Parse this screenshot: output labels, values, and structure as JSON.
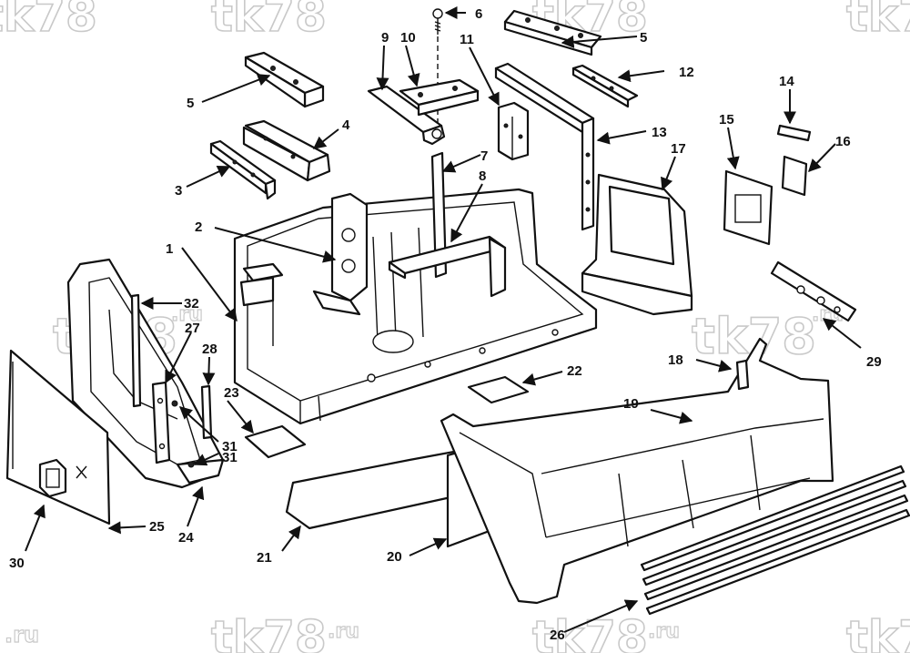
{
  "watermark": {
    "main": "tk78",
    "suffix": ".ru"
  },
  "callouts": [
    "1",
    "2",
    "3",
    "4",
    "5",
    "5",
    "6",
    "7",
    "8",
    "9",
    "10",
    "11",
    "12",
    "13",
    "14",
    "15",
    "16",
    "17",
    "18",
    "19",
    "20",
    "21",
    "22",
    "23",
    "24",
    "25",
    "26",
    "27",
    "28",
    "29",
    "30",
    "31",
    "31",
    "32"
  ]
}
